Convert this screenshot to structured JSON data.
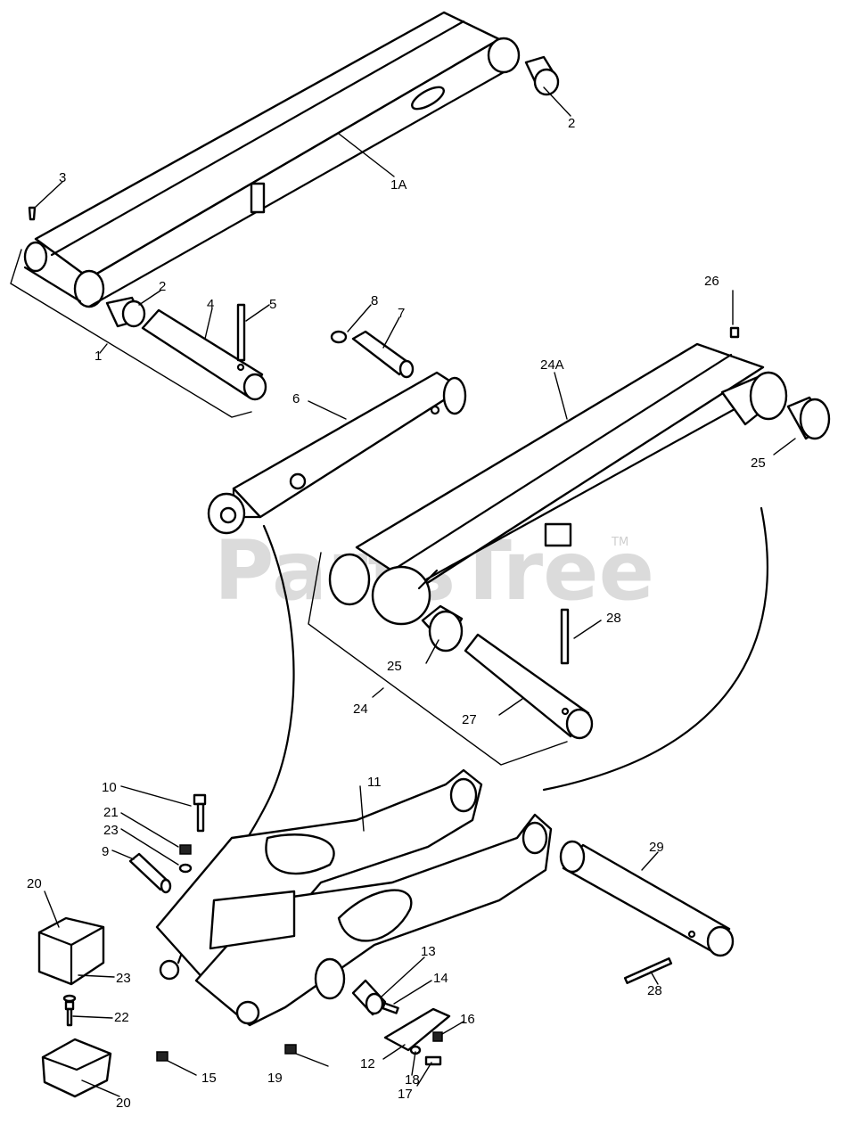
{
  "watermark": {
    "text": "PartsTree",
    "trademark": "TM"
  },
  "callouts": {
    "c1": "1",
    "c1A": "1A",
    "c2a": "2",
    "c2b": "2",
    "c3": "3",
    "c4": "4",
    "c5": "5",
    "c6": "6",
    "c7": "7",
    "c8": "8",
    "c9": "9",
    "c10": "10",
    "c11": "11",
    "c12": "12",
    "c13": "13",
    "c14": "14",
    "c15": "15",
    "c16": "16",
    "c17": "17",
    "c18": "18",
    "c19": "19",
    "c20a": "20",
    "c20b": "20",
    "c21": "21",
    "c22": "22",
    "c23a": "23",
    "c23b": "23",
    "c24": "24",
    "c24A": "24A",
    "c25a": "25",
    "c25b": "25",
    "c26": "26",
    "c27": "27",
    "c28a": "28",
    "c28b": "28",
    "c29": "29"
  }
}
